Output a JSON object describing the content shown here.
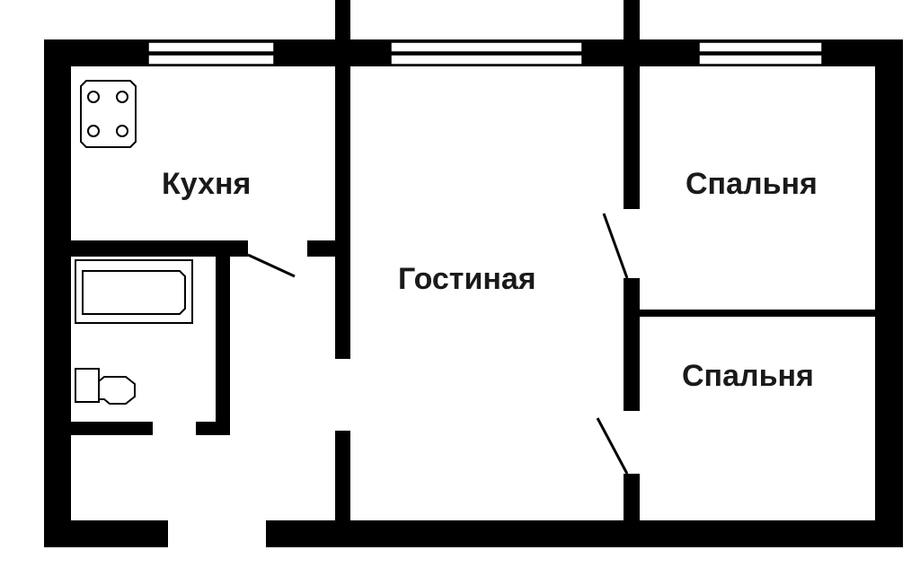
{
  "plan": {
    "rooms": {
      "kitchen": "Кухня",
      "living_room": "Гостиная",
      "bedroom_1": "Спальня",
      "bedroom_2": "Спальня"
    },
    "wall_color": "#000000",
    "background": "#ffffff"
  }
}
